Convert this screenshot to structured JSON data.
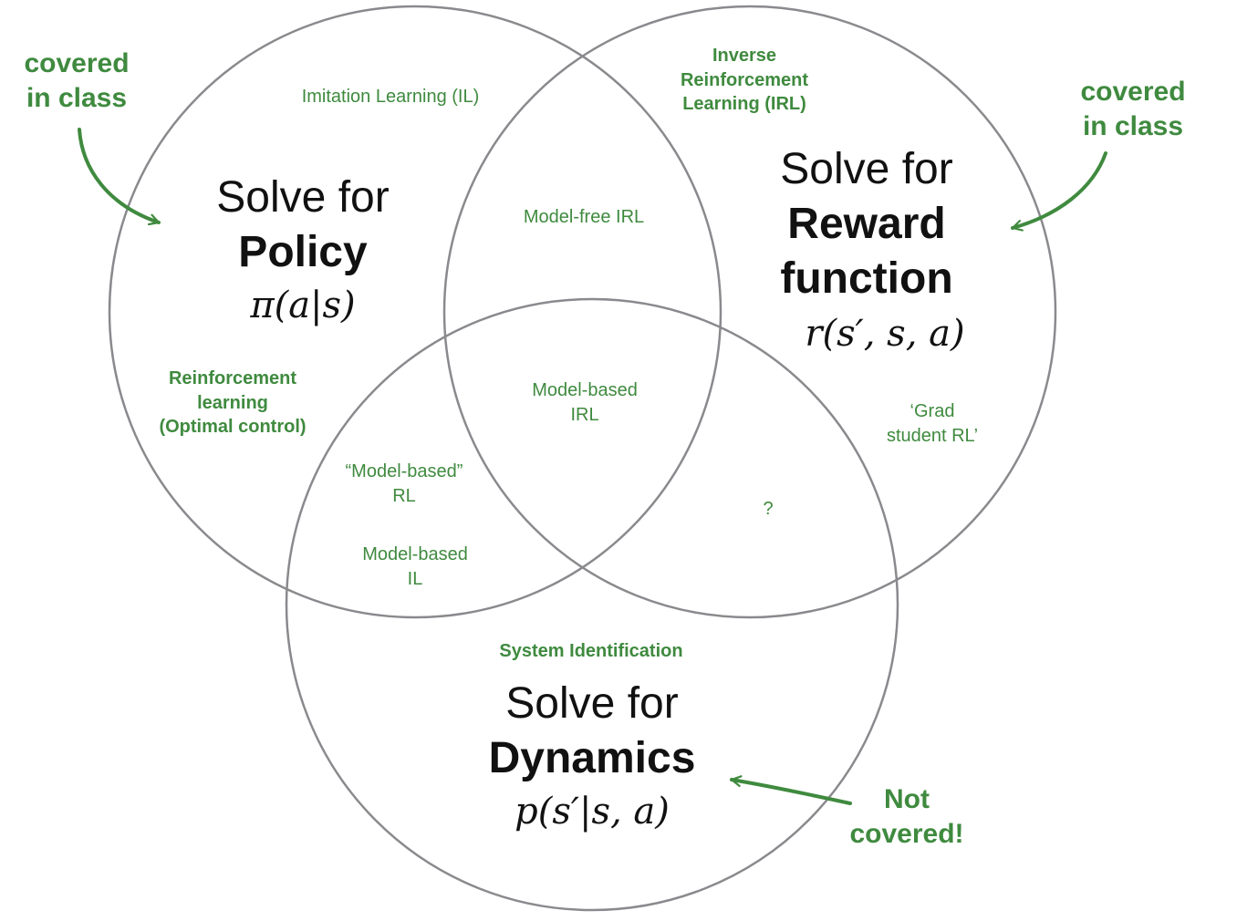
{
  "colors": {
    "circle_stroke": "#8a8a8e",
    "green": "#3f8a3f",
    "text": "#111111"
  },
  "notes": {
    "left_covered": "covered\nin class",
    "right_covered": "covered\nin class",
    "bottom_not_covered": "Not\ncovered!"
  },
  "policy": {
    "solve": "Solve for",
    "name": "Policy",
    "formula": "π(a|s)"
  },
  "reward": {
    "solve": "Solve for",
    "name": "Reward\nfunction",
    "formula": "r(s′, s, a)"
  },
  "dynamics": {
    "solve": "Solve for",
    "name": "Dynamics",
    "formula": "p(s′|s, a)"
  },
  "regions": {
    "imitation_learning": "Imitation Learning (IL)",
    "inverse_rl": "Inverse\nReinforcement\nLearning (IRL)",
    "model_free_irl": "Model-free IRL",
    "reinforcement_learning": "Reinforcement\nlearning\n(Optimal control)",
    "model_based_irl": "Model-based\nIRL",
    "grad_student_rl": "‘Grad\nstudent RL’",
    "model_based_rl": "“Model-based”\nRL",
    "model_based_il": "Model-based\nIL",
    "unknown": "?",
    "system_identification": "System Identification"
  }
}
